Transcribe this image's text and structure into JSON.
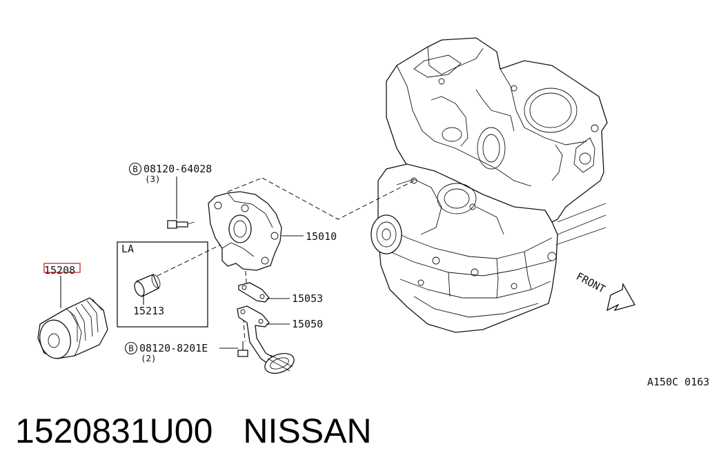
{
  "diagram": {
    "callouts": {
      "bolt_top_code": "08120-64028",
      "bolt_top_qty": "(3)",
      "bolt_bottom_code": "08120-8201E",
      "bolt_bottom_qty": "(2)",
      "bolt_marker": "B",
      "oil_pump": "15010",
      "gasket": "15053",
      "strainer": "15050",
      "oil_filter_highlighted": "15208",
      "la_box_title": "LA",
      "la_part": "15213"
    },
    "direction_label": "FRONT",
    "figure_code": "A150C 0163",
    "highlight_color": "#e23b3b"
  },
  "caption": {
    "part_number": "1520831U00",
    "brand": "NISSAN"
  }
}
